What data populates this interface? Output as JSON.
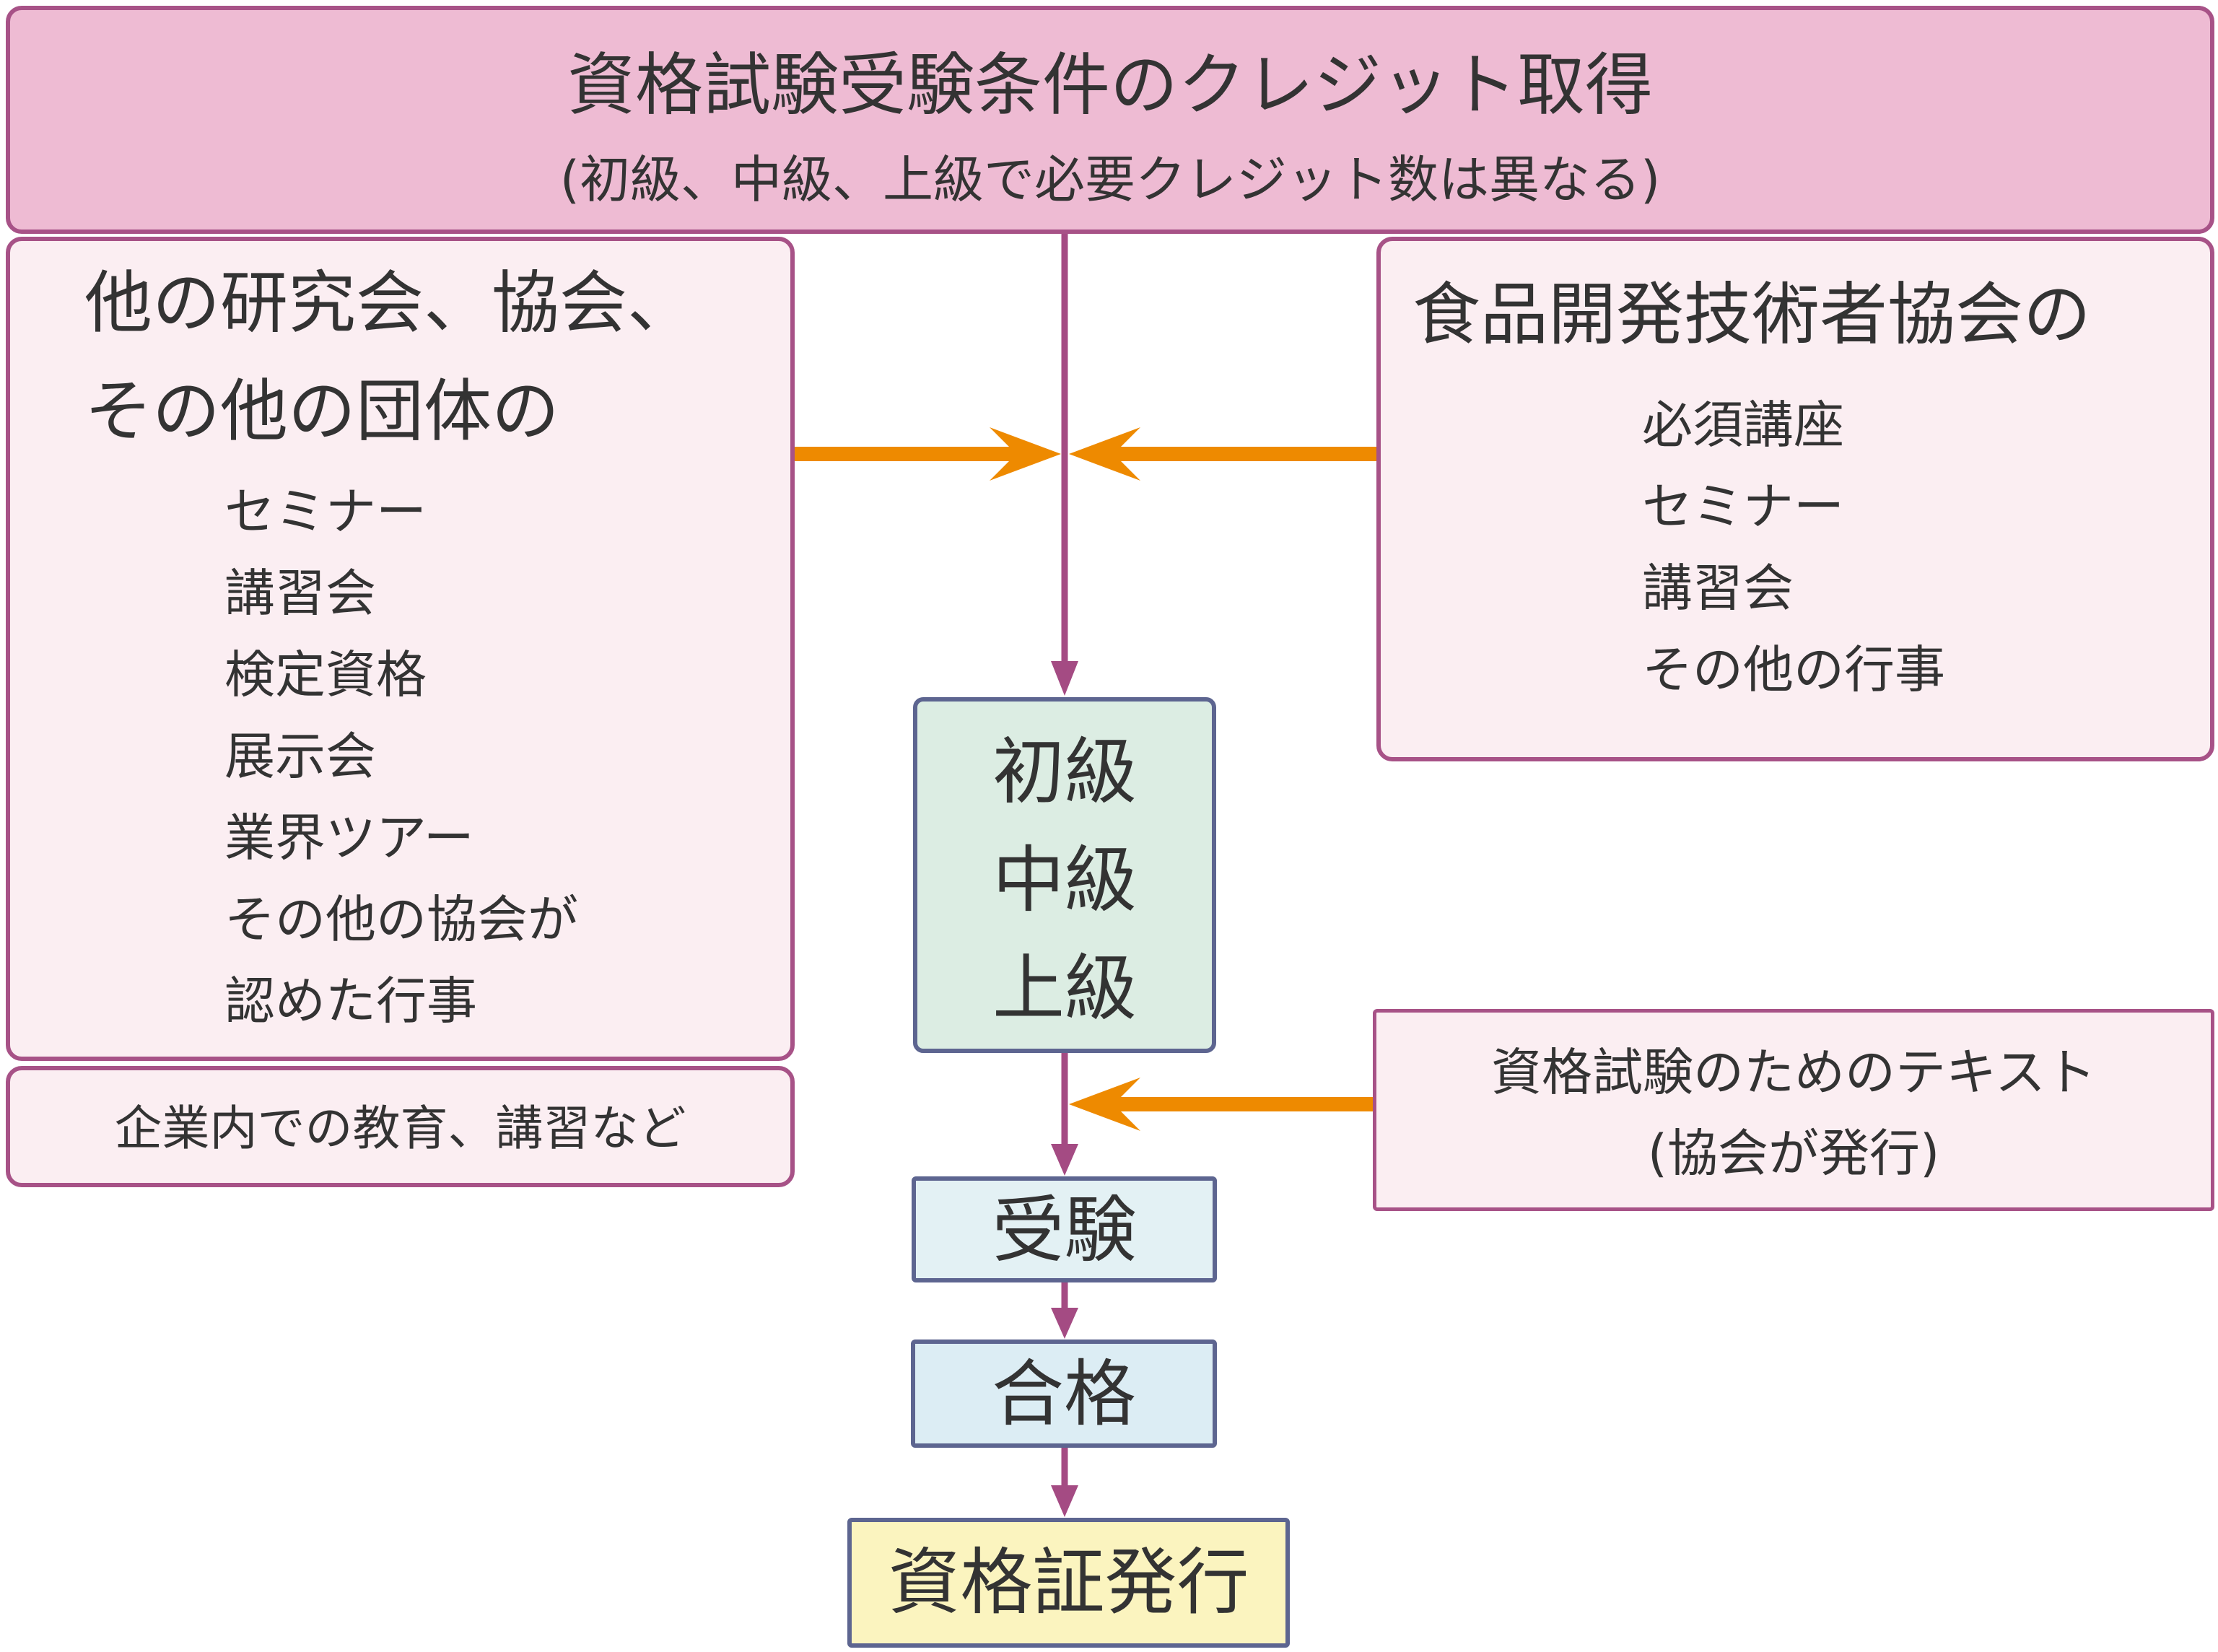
{
  "top_banner": {
    "title": "資格試験受験条件のクレジット取得",
    "subtitle": "(初級、中級、上級で必要クレジット数は異なる)"
  },
  "left_box": {
    "heading_line_1": "他の研究会、協会、",
    "heading_line_2": "その他の団体の",
    "items": [
      "セミナー",
      "講習会",
      "検定資格",
      "展示会",
      "業界ツアー",
      "その他の協会が",
      "認めた行事"
    ]
  },
  "left_box_2": {
    "text": "企業内での教育、講習など"
  },
  "right_box": {
    "heading": "食品開発技術者協会の",
    "items": [
      "必須講座",
      "セミナー",
      "講習会",
      "その他の行事"
    ]
  },
  "right_box_2": {
    "line_1": "資格試験のためのテキスト",
    "line_2": "(協会が発行)"
  },
  "levels_box": {
    "levels": [
      "初級",
      "中級",
      "上級"
    ]
  },
  "exam_box": {
    "label": "受験"
  },
  "pass_box": {
    "label": "合格"
  },
  "cert_box": {
    "label": "資格証発行"
  },
  "colors": {
    "flow_arrow": "#a44b83",
    "orange_arrow": "#ee8a00",
    "pink_border": "#a75287",
    "navy_border": "#5d6590"
  }
}
